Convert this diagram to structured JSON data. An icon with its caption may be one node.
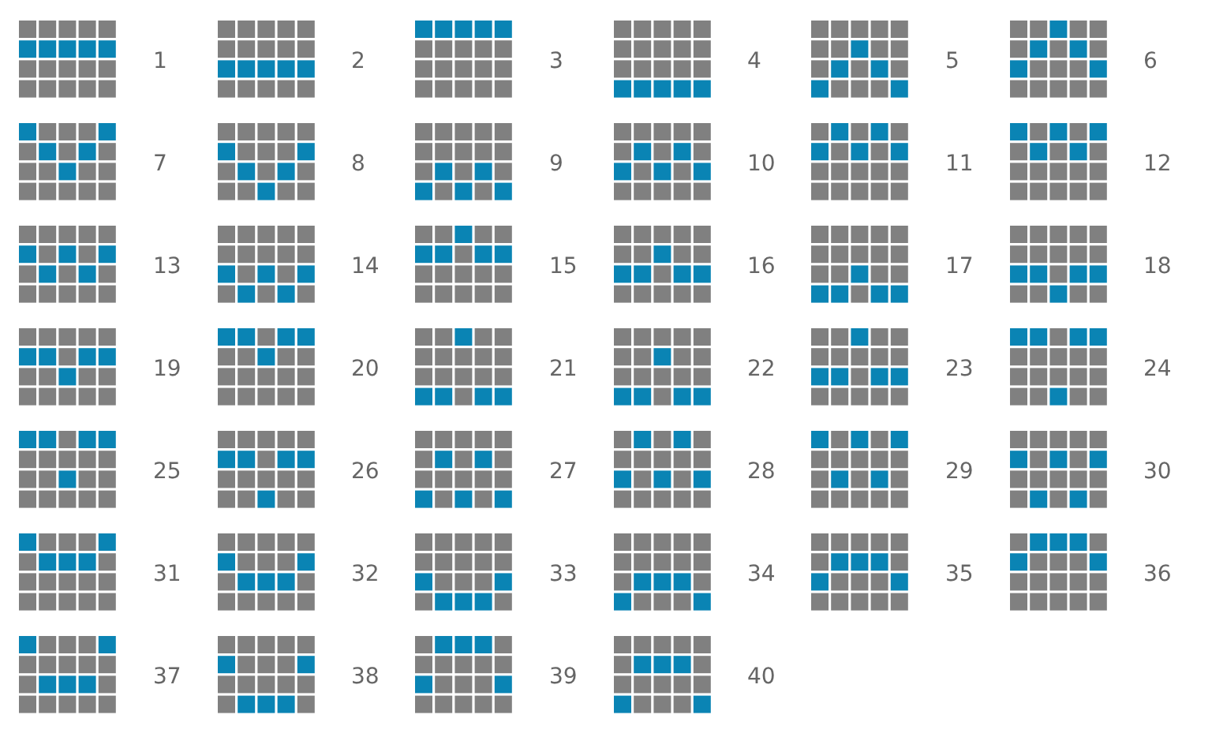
{
  "diagram": {
    "labels": [
      "1",
      "2",
      "3",
      "4",
      "5",
      "6",
      "7",
      "8",
      "9",
      "10",
      "11",
      "12",
      "13",
      "14",
      "15",
      "16",
      "17",
      "18",
      "19",
      "20",
      "21",
      "22",
      "23",
      "24",
      "25",
      "26",
      "27",
      "28",
      "29",
      "30",
      "31",
      "32",
      "33",
      "34",
      "35",
      "36",
      "37",
      "38",
      "39",
      "40"
    ]
  }
}
